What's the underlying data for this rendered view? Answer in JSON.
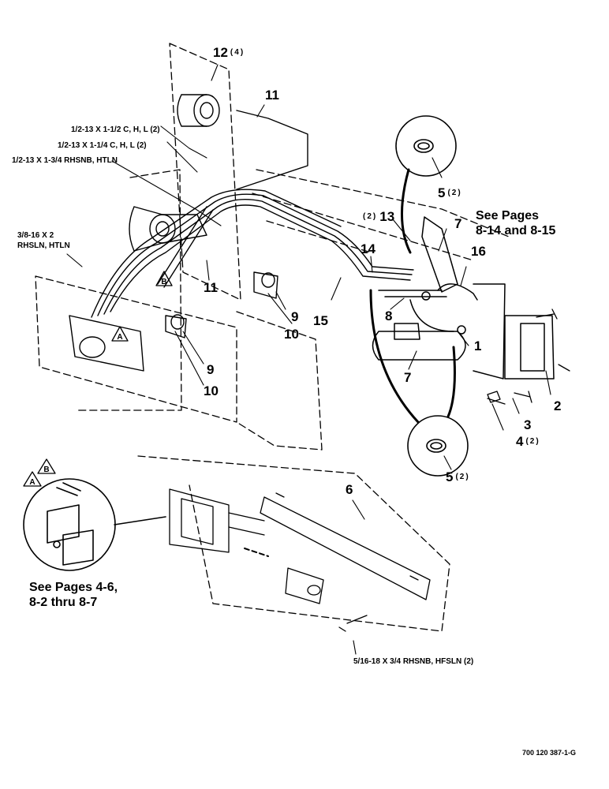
{
  "callouts": [
    {
      "id": "c12",
      "number": "12",
      "qty": "(4)"
    },
    {
      "id": "c11a",
      "number": "11",
      "qty": ""
    },
    {
      "id": "c11b",
      "number": "11",
      "qty": ""
    },
    {
      "id": "c5a",
      "number": "5",
      "qty": "(2)"
    },
    {
      "id": "c5b",
      "number": "5",
      "qty": "(2)"
    },
    {
      "id": "c13",
      "number": "13",
      "qty": "(2)"
    },
    {
      "id": "c7a",
      "number": "7",
      "qty": ""
    },
    {
      "id": "c7b",
      "number": "7",
      "qty": ""
    },
    {
      "id": "c14",
      "number": "14",
      "qty": ""
    },
    {
      "id": "c16",
      "number": "16",
      "qty": ""
    },
    {
      "id": "c15",
      "number": "15",
      "qty": ""
    },
    {
      "id": "c8",
      "number": "8",
      "qty": ""
    },
    {
      "id": "c9a",
      "number": "9",
      "qty": ""
    },
    {
      "id": "c9b",
      "number": "9",
      "qty": ""
    },
    {
      "id": "c10a",
      "number": "10",
      "qty": ""
    },
    {
      "id": "c10b",
      "number": "10",
      "qty": ""
    },
    {
      "id": "c1",
      "number": "1",
      "qty": ""
    },
    {
      "id": "c2",
      "number": "2",
      "qty": ""
    },
    {
      "id": "c3",
      "number": "3",
      "qty": ""
    },
    {
      "id": "c4",
      "number": "4",
      "qty": "(2)"
    },
    {
      "id": "c6",
      "number": "6",
      "qty": ""
    }
  ],
  "hardware_specs": [
    "1/2-13 X 1-1/2 C, H, L (2)",
    "1/2-13 X 1-1/4 C, H, L (2)",
    "1/2-13 X 1-3/4 RHSNB, HTLN",
    "3/8-16 X 2 RHSLN, HTLN",
    "5/16-18 X 3/4 RHSNB, HFSLN (2)"
  ],
  "see_pages_right": [
    "See Pages",
    "8-14 and 8-15"
  ],
  "see_pages_left": [
    "See Pages 4-6,",
    "8-2 thru 8-7"
  ],
  "connection_markers": [
    "A",
    "B"
  ],
  "figure_ref": "700 120 387-1-G"
}
